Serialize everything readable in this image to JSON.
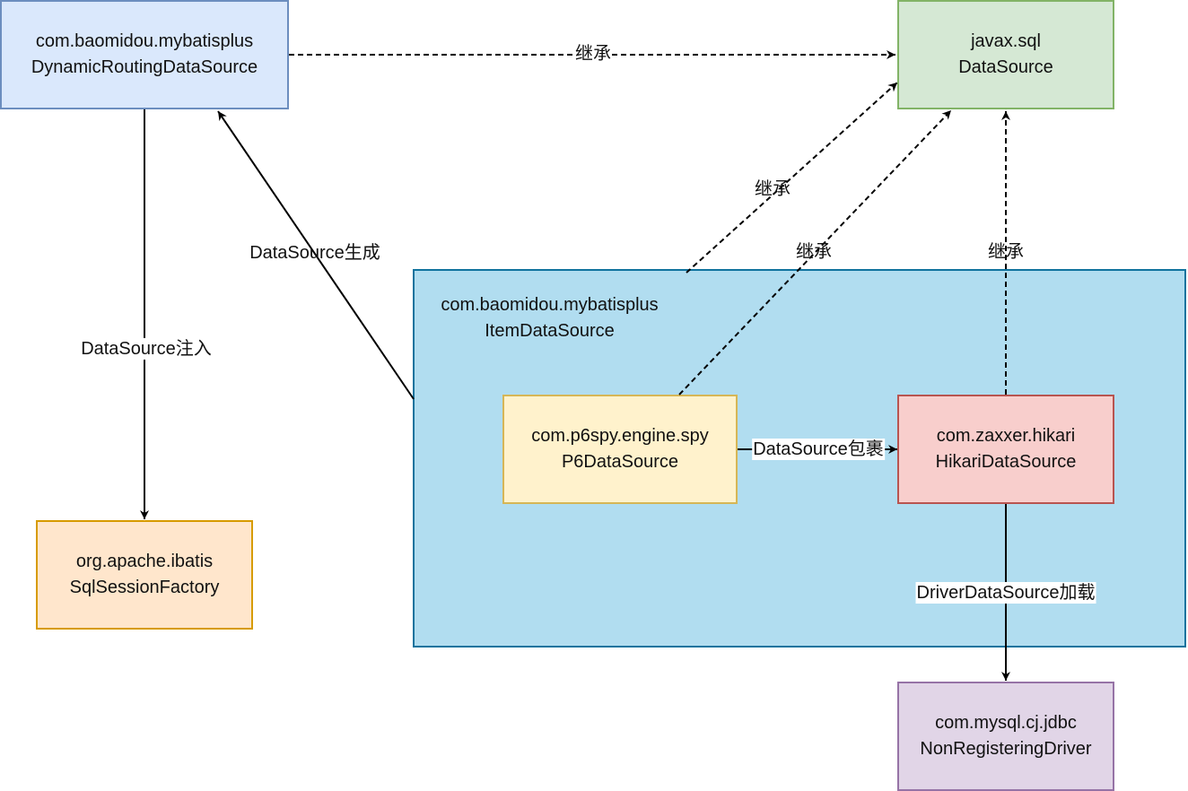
{
  "nodes": {
    "dynamic_routing": {
      "line1": "com.baomidou.mybatisplus",
      "line2": "DynamicRoutingDataSource"
    },
    "javax_datasource": {
      "line1": "javax.sql",
      "line2": "DataSource"
    },
    "sql_session_factory": {
      "line1": "org.apache.ibatis",
      "line2": "SqlSessionFactory"
    },
    "item_datasource": {
      "line1": "com.baomidou.mybatisplus",
      "line2": "ItemDataSource"
    },
    "p6_datasource": {
      "line1": "com.p6spy.engine.spy",
      "line2": "P6DataSource"
    },
    "hikari_datasource": {
      "line1": "com.zaxxer.hikari",
      "line2": "HikariDataSource"
    },
    "mysql_driver": {
      "line1": "com.mysql.cj.jdbc",
      "line2": "NonRegisteringDriver"
    }
  },
  "edges": {
    "dynamic_to_javax": "继承",
    "item_to_javax": "继承",
    "p6_to_javax": "继承",
    "hikari_to_javax": "继承",
    "item_to_dynamic": "DataSource生成",
    "dynamic_to_sqlsf": "DataSource注入",
    "p6_to_hikari": "DataSource包裹",
    "hikari_to_mysql": "DriverDataSource加载"
  },
  "colors": {
    "blue_fill": "#dae8fc",
    "blue_stroke": "#6c8ebf",
    "green_fill": "#d5e8d4",
    "green_stroke": "#82b366",
    "orange_fill": "#ffe6cc",
    "orange_stroke": "#d79b00",
    "container_fill": "#b1ddf0",
    "container_stroke": "#10739e",
    "yellow_fill": "#fff2cc",
    "yellow_stroke": "#d6b656",
    "red_fill": "#f8cecc",
    "red_stroke": "#b85450",
    "purple_fill": "#e1d5e7",
    "purple_stroke": "#9673a6"
  }
}
